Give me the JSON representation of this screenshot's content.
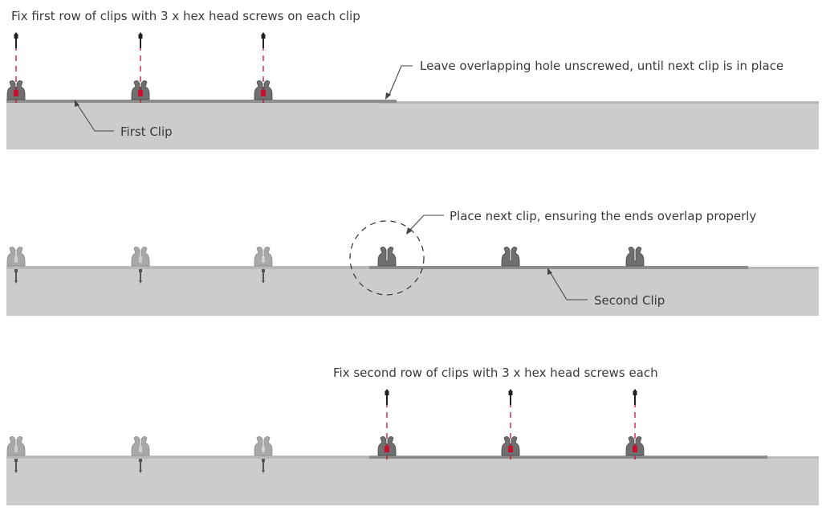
{
  "steps": [
    {
      "heading": "Fix first row of clips with 3 x hex head screws on each clip",
      "callouts": {
        "overlap": "Leave overlapping hole unscrewed, until next clip is in place",
        "clip": "First Clip"
      }
    },
    {
      "callouts": {
        "place": "Place next clip, ensuring the ends overlap properly",
        "clip": "Second Clip"
      }
    },
    {
      "heading": "Fix second row of clips with 3 x hex head screws each"
    }
  ],
  "colors": {
    "base": "#cccccc",
    "clip_strip": "#8e8e8e",
    "clip_body": "#7a7a7a",
    "screw_tip": "#c8102e",
    "screw": "#222222",
    "guide_line": "#c8102e"
  },
  "icons": [
    "clip-icon",
    "hex-screw-icon",
    "arrow-up-icon"
  ]
}
